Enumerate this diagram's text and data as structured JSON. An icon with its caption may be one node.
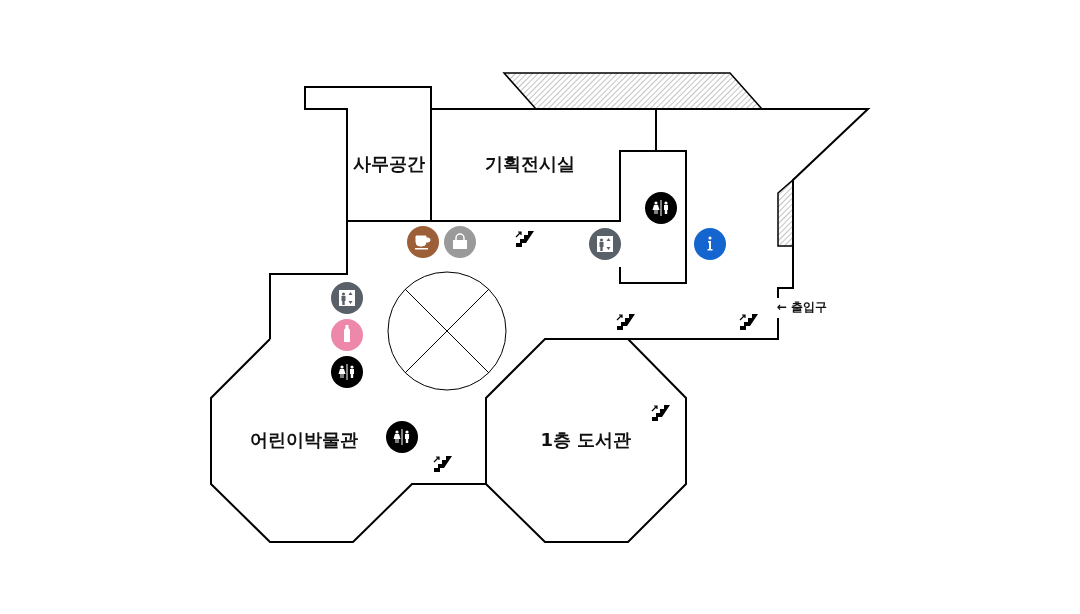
{
  "diagram": {
    "nodes": [
      {
        "text": [
          "사무공간"
        ]
      },
      {
        "text": [
          "기획전시실"
        ]
      },
      {
        "text": [
          "어린이박물관"
        ]
      },
      {
        "text": [
          "1층 도서관"
        ]
      }
    ],
    "labels": [
      "← 출입구"
    ]
  }
}
